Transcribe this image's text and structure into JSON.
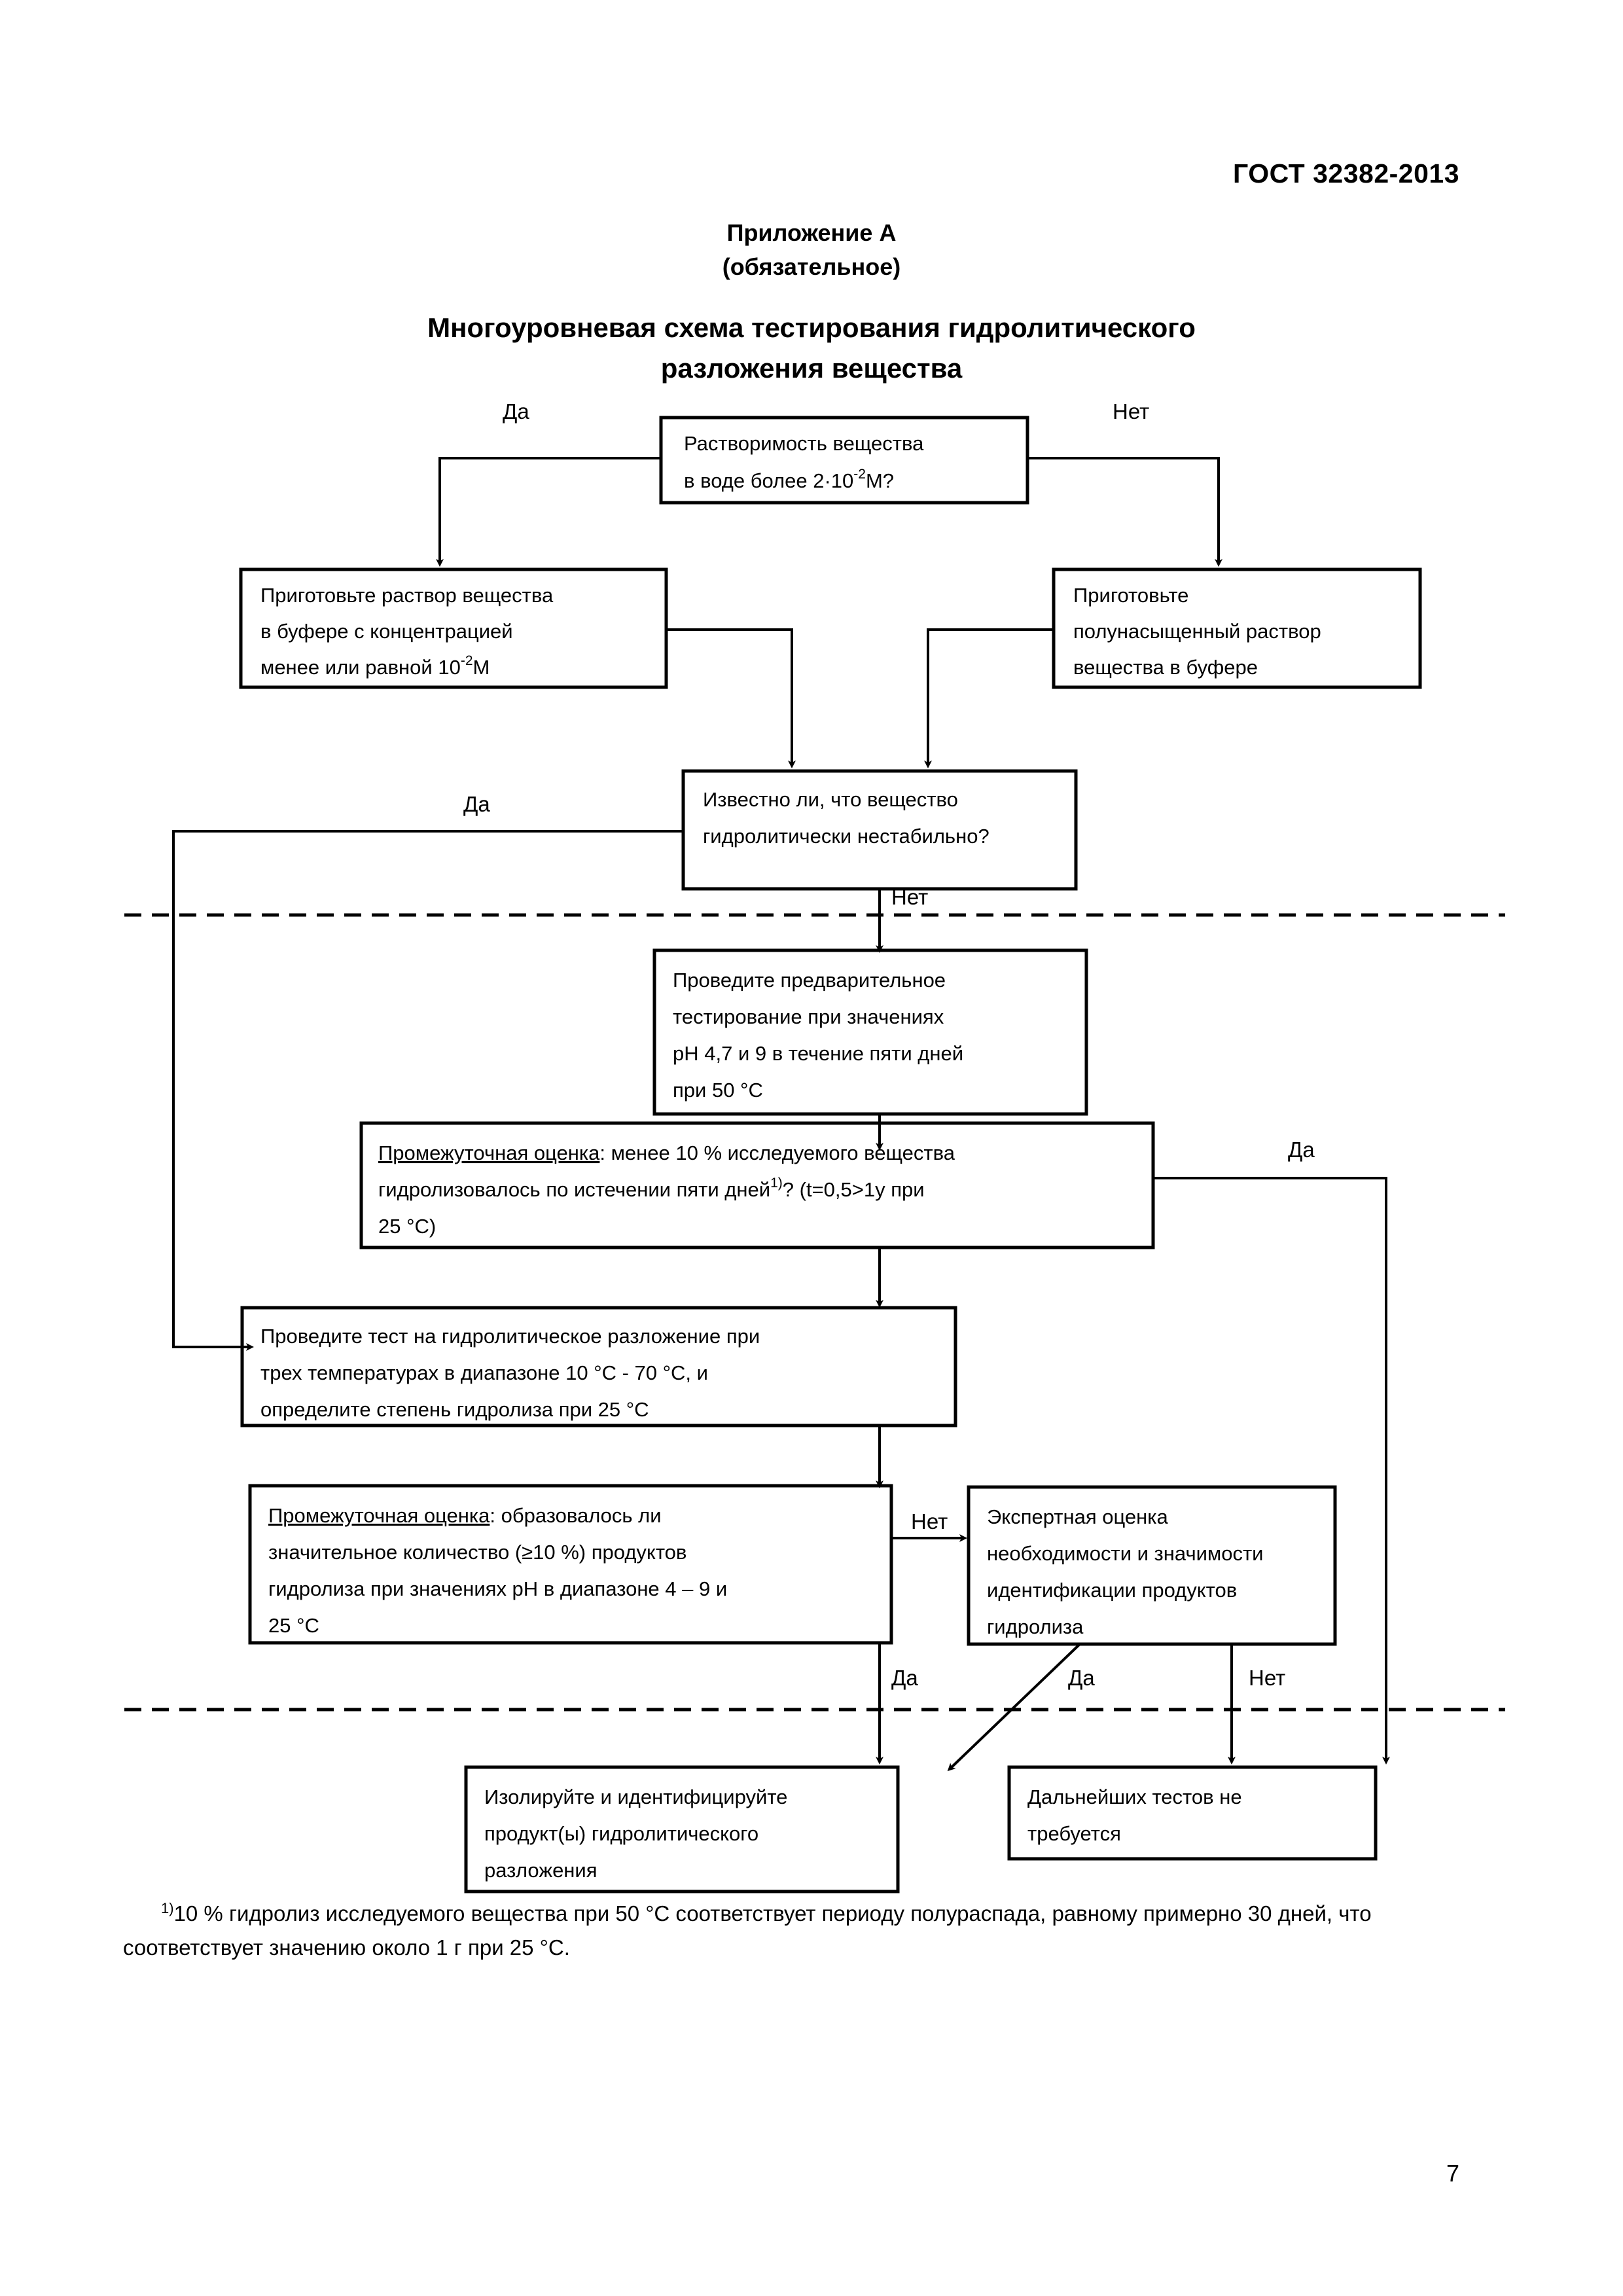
{
  "header": {
    "standard": "ГОСТ 32382-2013"
  },
  "appendix": {
    "line1": "Приложение А",
    "line2": "(обязательное)"
  },
  "title": {
    "line1": "Многоуровневая схема тестирования гидролитического",
    "line2": "разложения вещества"
  },
  "labels": {
    "yes": "Да",
    "no": "Нет"
  },
  "nodes": {
    "solubility": {
      "id": "solubility-question",
      "lines": [
        "Растворимость вещества",
        "в воде более 2·10 ⁻²М?"
      ],
      "l1": "Растворимость вещества",
      "l2a": "в воде более 2",
      "l2b": "·10",
      "l2sup": "-2",
      "l2c": "М?"
    },
    "prepare_buffer": {
      "id": "prepare-buffer-solution",
      "l1": "Приготовьте раствор вещества",
      "l2": "в буфере с концентрацией",
      "l3a": "менее или равной 10",
      "l3sup": "-2",
      "l3b": "М"
    },
    "prepare_halfsat": {
      "id": "prepare-half-saturated-solution",
      "l1": "Приготовьте",
      "l2": "полунасыщенный раствор",
      "l3": "вещества в буфере"
    },
    "known_unstable": {
      "id": "known-hydrolytically-unstable",
      "l1": "Известно ли, что вещество",
      "l2": "гидролитически нестабильно?"
    },
    "preliminary_test": {
      "id": "preliminary-testing",
      "l1": "Проведите предварительное",
      "l2": "тестирование при значениях",
      "l3": "рН 4,7 и 9 в течение пяти дней",
      "l4": "при 50 °С"
    },
    "interim1": {
      "id": "interim-assessment-1",
      "underlined": "Промежуточная оценка",
      "l1rest": ": менее 10 % исследуемого вещества",
      "l2a": "гидролизовалось по истечении пяти дней",
      "l2sup": "1)",
      "l2b": "? (t=0,5>1y при",
      "l3": "25 °С)"
    },
    "hydrolysis_test": {
      "id": "hydrolytic-decomposition-test",
      "l1": "Проведите тест на гидролитическое разложение при",
      "l2": "трех температурах в диапазоне 10 °С - 70 °С, и",
      "l3": "определите степень гидролиза при    25 °С"
    },
    "interim2": {
      "id": "interim-assessment-2",
      "underlined": "Промежуточная оценка",
      "l1rest": ": образовалось ли",
      "l2": "значительное количество (≥10 %) продуктов",
      "l3": "гидролиза при значениях рН в диапазоне 4 – 9 и",
      "l4": "25 °С"
    },
    "expert": {
      "id": "expert-assessment",
      "l1": "Экспертная оценка",
      "l2": "необходимости и значимости",
      "l3": "идентификации продуктов",
      "l4": "гидролиза"
    },
    "isolate": {
      "id": "isolate-and-identify",
      "l1": "Изолируйте и идентифицируйте",
      "l2": "продукт(ы) гидролитического",
      "l3": "разложения"
    },
    "no_further": {
      "id": "no-further-tests",
      "l1": "Дальнейших тестов не",
      "l2": "требуется"
    }
  },
  "footnote": {
    "marker": "1)",
    "line1": "10 % гидролиз исследуемого вещества при 50 °С соответствует периоду полураспада,",
    "line2": "равному примерно 30 дней, что соответствует значению около 1 г при 25 °С."
  },
  "page_number": "7",
  "colors": {
    "ink": "#000000",
    "paper": "#ffffff"
  }
}
